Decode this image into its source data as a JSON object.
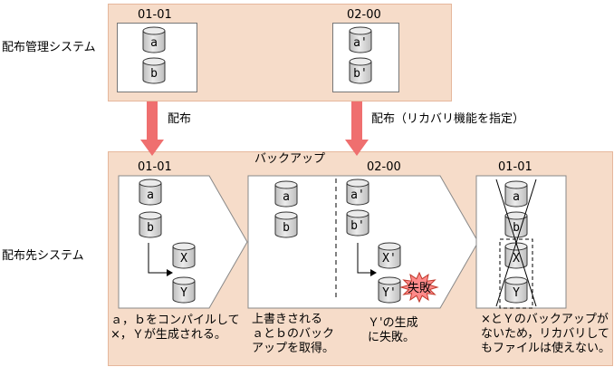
{
  "colors": {
    "panel_fill": "#f6dcc9",
    "panel_border": "#e6b79c",
    "arrow_fill": "#ef6f6f",
    "cylinder_light": "#ebebeb",
    "cylinder_dark": "#bdbdbd",
    "burst_fill": "#ff8a8a"
  },
  "labels": {
    "dist_mgmt_system": "配布管理システム",
    "dist_target_system": "配布先システム",
    "arrow_distribution": "配布",
    "arrow_distribution_recovery": "配布（リカバリ機能を指定）",
    "backup": "バックアップ",
    "failure_burst": "失敗"
  },
  "mgmt": {
    "box1": {
      "version": "01-01",
      "cylinders": [
        "a",
        "b"
      ]
    },
    "box2": {
      "version": "02-00",
      "cylinders": [
        "a'",
        "b'"
      ]
    }
  },
  "target": {
    "step1": {
      "version": "01-01",
      "cylinders": [
        "a",
        "b",
        "X",
        "Y"
      ],
      "note": "ａ，ｂをコンパイルして\n×，Ｙが生成される。"
    },
    "step2": {
      "version": "02-00",
      "backup_cylinders": [
        "a",
        "b"
      ],
      "new_cylinders": [
        "a'",
        "b'",
        "X'",
        "Y'"
      ],
      "note_left": "上書きされる\nａとｂのバック\nアップを取得。",
      "note_right": "Ｙ'の生成\nに失敗。"
    },
    "step3": {
      "version": "01-01",
      "cylinders": [
        "a",
        "b",
        "X",
        "Y"
      ],
      "note": "×とＹのバックアップが\nないため，リカバリして\nもファイルは使えない。"
    }
  }
}
